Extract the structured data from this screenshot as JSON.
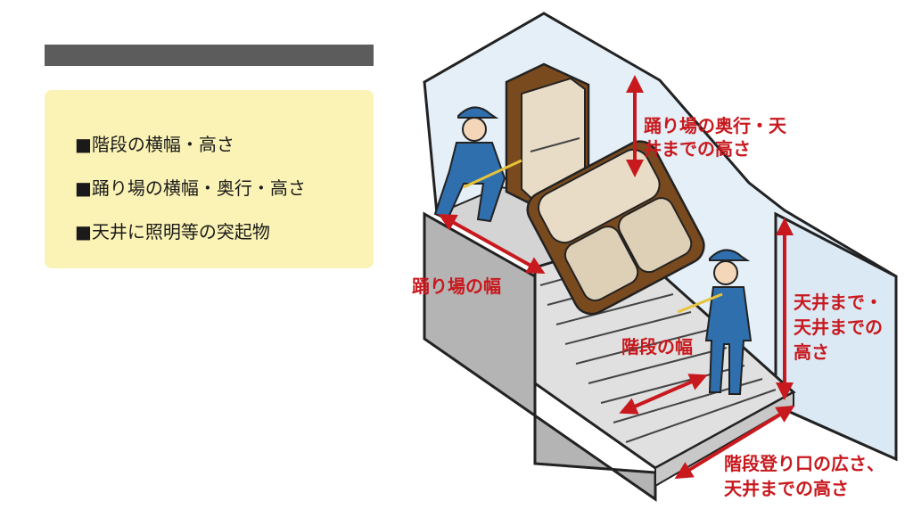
{
  "checklist": {
    "items": [
      "■階段の横幅・高さ",
      "■踊り場の横幅・奥行・高さ",
      "■天井に照明等の突起物"
    ]
  },
  "labels": {
    "landing_depth_line1": "踊り場の奥行・天",
    "landing_depth_line2": "井までの高さ",
    "landing_width": "踊り場の幅",
    "ceiling_line1": "天井まで・",
    "ceiling_line2": "天井までの",
    "ceiling_line3": "高さ",
    "stair_width": "階段の幅",
    "entrance_line1": "階段登り口の広さ、",
    "entrance_line2": "天井までの高さ"
  },
  "colors": {
    "accent": "#c8191e",
    "panel": "#fbf3b5",
    "header": "#5c5c5c",
    "worker": "#2f6fae"
  }
}
